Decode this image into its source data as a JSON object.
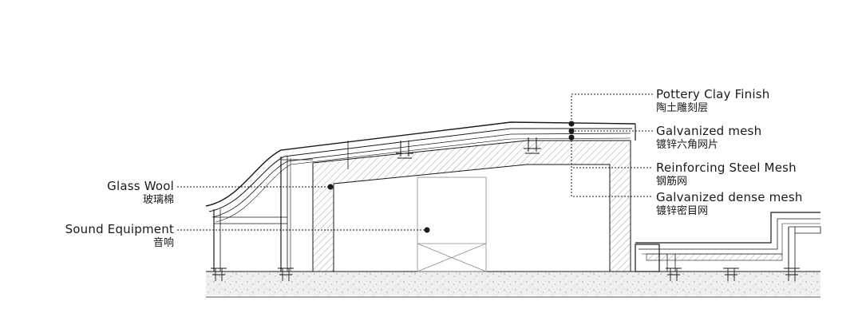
{
  "diagram": {
    "callouts_right": [
      {
        "en": "Pottery Clay Finish",
        "zh": "陶土雕刻层"
      },
      {
        "en": "Galvanized mesh",
        "zh": "镀锌六角网片"
      },
      {
        "en": "Reinforcing Steel Mesh",
        "zh": "钢筋网"
      },
      {
        "en": "Galvanized dense mesh",
        "zh": "镀锌密目网"
      }
    ],
    "callouts_left": [
      {
        "en": "Glass Wool",
        "zh": "玻璃棉"
      },
      {
        "en": "Sound Equipment",
        "zh": "音响"
      }
    ],
    "colors": {
      "line": "#1a1a1a",
      "hatch": "#8a8a8a",
      "ground": "#e9e9e9"
    }
  }
}
